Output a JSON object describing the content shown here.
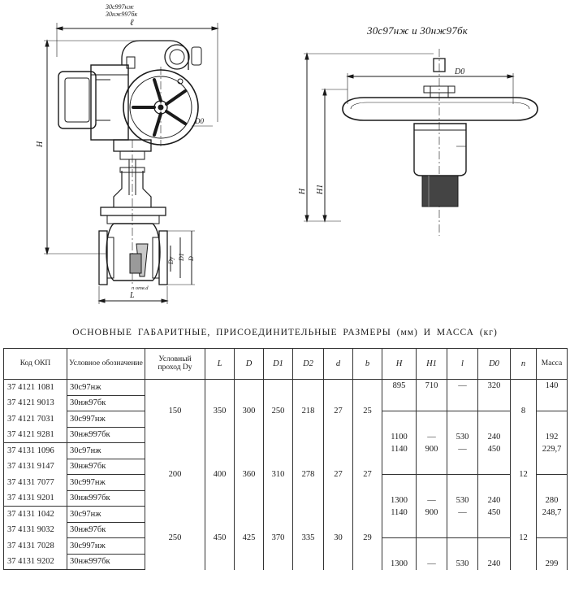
{
  "drawing_left": {
    "top_label_1": "30с997нж",
    "top_label_2": "30нж997бк",
    "dim_l": "ℓ",
    "dim_H": "H",
    "dim_D0": "D0",
    "dim_L": "L",
    "dim_D": "D",
    "dim_D1": "D1",
    "dim_Dy": "Dy",
    "dim_nd": "n отв.d"
  },
  "drawing_right": {
    "caption": "30с97нж и 30нж97бк",
    "dim_D0": "D0",
    "dim_H": "H",
    "dim_H1": "H1"
  },
  "table": {
    "title": "ОСНОВНЫЕ ГАБАРИТНЫЕ, ПРИСОЕДИНИТЕЛЬНЫЕ РАЗМЕРЫ (мм) И МАССА (кг)",
    "headers": {
      "code": "Код ОКП",
      "designation": "Условное обозначение",
      "passage": "Условный проход Dy",
      "L": "L",
      "D": "D",
      "D1": "D1",
      "D2": "D2",
      "d": "d",
      "b": "b",
      "H": "H",
      "H1": "H1",
      "l": "l",
      "D0": "D0",
      "n": "n",
      "mass": "Масса"
    },
    "groups": [
      {
        "dy": "150",
        "L": "350",
        "D": "300",
        "D1": "250",
        "D2": "218",
        "d": "27",
        "b": "25",
        "n": "8",
        "rows": [
          {
            "code": "37 4121 1081",
            "desig": "30с97нж"
          },
          {
            "code": "37 4121 9013",
            "desig": "30нж97бк"
          },
          {
            "code": "37 4121 7031",
            "desig": "30с997нж"
          },
          {
            "code": "37 4121 9281",
            "desig": "30нж997бк"
          }
        ],
        "a": {
          "H": "895",
          "H1": "710",
          "l": "—",
          "D0": "320",
          "mass": "140"
        },
        "b2": {
          "H": "1100",
          "H1": "—",
          "l": "530",
          "D0": "240",
          "mass": "192"
        }
      },
      {
        "dy": "200",
        "L": "400",
        "D": "360",
        "D1": "310",
        "D2": "278",
        "d": "27",
        "b": "27",
        "n": "12",
        "rows": [
          {
            "code": "37 4131 1096",
            "desig": "30с97нж"
          },
          {
            "code": "37 4131 9147",
            "desig": "30нж97бк"
          },
          {
            "code": "37 4131 7077",
            "desig": "30с997нж"
          },
          {
            "code": "37 4131 9201",
            "desig": "30нж997бк"
          }
        ],
        "a": {
          "H": "1140",
          "H1": "900",
          "l": "—",
          "D0": "450",
          "mass": "229,7"
        },
        "b2": {
          "H": "1300",
          "H1": "—",
          "l": "530",
          "D0": "240",
          "mass": "280"
        }
      },
      {
        "dy": "250",
        "L": "450",
        "D": "425",
        "D1": "370",
        "D2": "335",
        "d": "30",
        "b": "29",
        "n": "12",
        "rows": [
          {
            "code": "37 4131 1042",
            "desig": "30с97нж"
          },
          {
            "code": "37 4131 9032",
            "desig": "30нж97бк"
          },
          {
            "code": "37 4131 7028",
            "desig": "30с997нж"
          },
          {
            "code": "37 4131 9202",
            "desig": "30нж997бк"
          }
        ],
        "a": {
          "H": "1140",
          "H1": "900",
          "l": "—",
          "D0": "450",
          "mass": "248,7"
        },
        "b2": {
          "H": "1300",
          "H1": "—",
          "l": "530",
          "D0": "240",
          "mass": "299"
        }
      }
    ]
  }
}
